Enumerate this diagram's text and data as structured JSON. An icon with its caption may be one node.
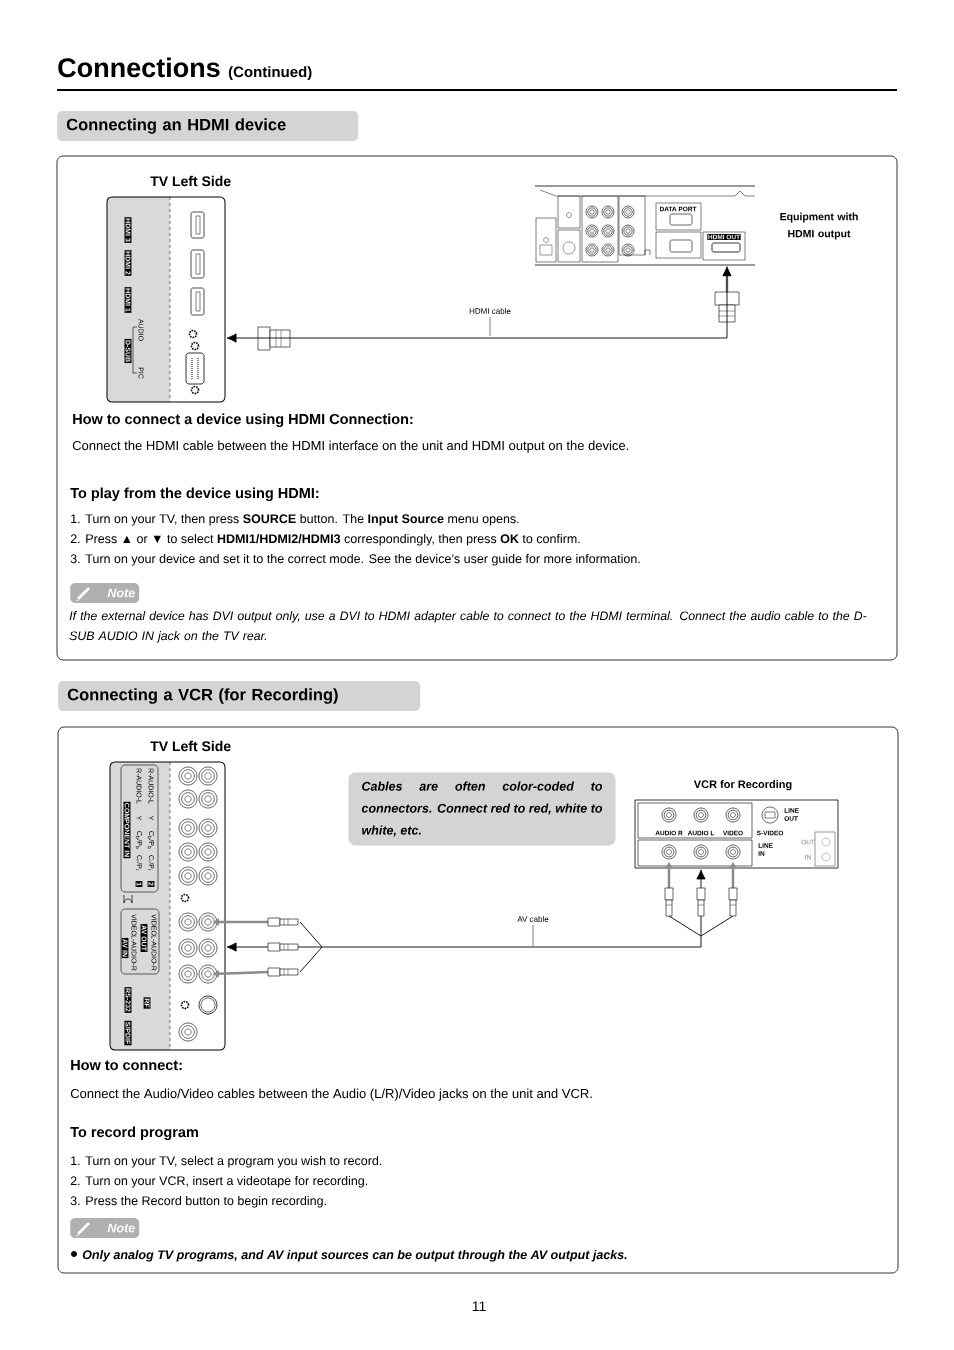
{
  "diagram": {
    "title": "Connections",
    "nodes": [
      {
        "text": [
          "Connecting an HDMI device"
        ]
      },
      {
        "text": [
          "TV Left Side"
        ]
      },
      {
        "text": [
          "Equipment with HDMI output"
        ]
      },
      {
        "text": [
          "Note"
        ]
      },
      {
        "text": [
          "Connecting a VCR (for Recording)"
        ]
      },
      {
        "text": [
          "TV Left Side"
        ]
      },
      {
        "text": [
          "Cables are often color-coded to connectors. Connect red to red, white to white, etc."
        ]
      },
      {
        "text": [
          "VCR for Recording"
        ]
      },
      {
        "text": [
          "Note"
        ]
      }
    ],
    "edges": [
      {
        "from": 1,
        "to": 2,
        "arrow": "both",
        "label": "HDMI cable"
      },
      {
        "from": 5,
        "to": 7,
        "arrow": "both",
        "label": "AV cable"
      }
    ],
    "labels": [
      "(Continued)",
      "HDMI 3",
      "HDMI 2",
      "HDMI 1",
      "AUDIO",
      "D-SUB",
      "PIC",
      "DATA PORT",
      "HDMI OUT",
      "How to connect a device using HDMI Connection:",
      "Connect the HDMI cable between the HDMI interface on the unit and HDMI output on the device.",
      "To play from the device using HDMI:",
      "1. Turn on your TV,  then press **SOURCE** button. The **Input Source** menu opens.",
      "2. Press ▲ or ▼ to select **HDMI1/HDMI2/HDMI3** correspondingly, then press **OK** to confirm.",
      "3. Turn on your device and set it to the correct mode. See the device’s user guide for more information.",
      "If the external device has DVI output only, use a DVI to HDMI adapter cable to connect to the HDMI terminal. Connect the audio cable to the D-SUB AUDIO IN jack on the TV rear.",
      "COMPONENT IN",
      "R-AUDIO-L",
      "Y",
      "C$_{b}$/P$_{b}$",
      "C$_{r}$/P$_{r}$",
      "1",
      "R-AUDIO-L",
      "Y",
      "C$_{b}$/P$_{b}$",
      "C$_{r}$/P$_{r}$",
      "2",
      "AV IN",
      "VIDEO",
      "L-AUDIO-R",
      "AV OUT",
      "VIDEO",
      "L-AUDIO-R",
      "RS-232",
      "RF",
      "S/PDIF",
      "LINE OUT",
      "AUDIO R",
      "AUDIO L",
      "VIDEO",
      "S-VIDEO",
      "OUT",
      "LINE IN",
      "IN",
      "How to connect:",
      "Connect the Audio/Video cables between the Audio (L/R)/Video jacks on the unit and VCR.",
      "To record program",
      "1. Turn on your TV, select a program you wish to record.",
      "2. Turn on your VCR, insert a videotape for recording.",
      "3. Press the Record button to begin recording.",
      "Only analog TV programs, and AV input sources can be output through the AV output jacks.",
      "11"
    ]
  }
}
